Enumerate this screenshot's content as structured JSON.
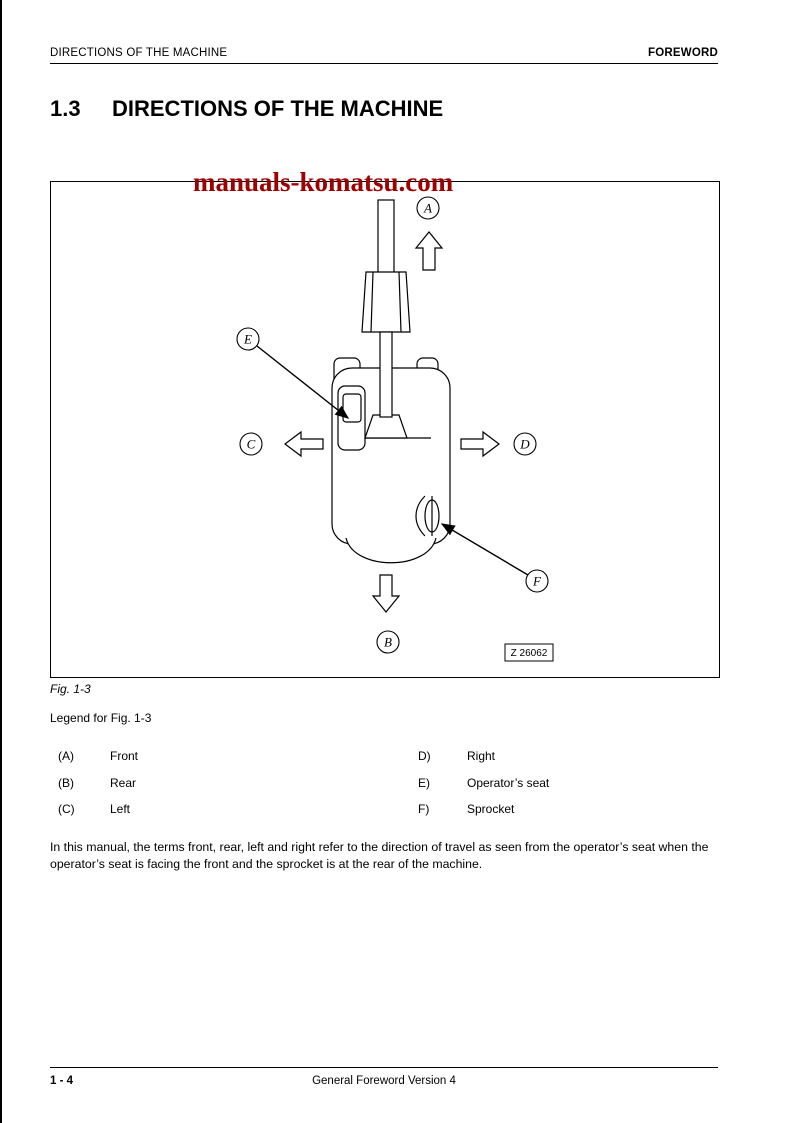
{
  "colors": {
    "watermark": "#a00000",
    "ink": "#000000",
    "paper": "#ffffff"
  },
  "header": {
    "left": "DIRECTIONS OF THE MACHINE",
    "right": "FOREWORD"
  },
  "title": {
    "number": "1.3",
    "text": "DIRECTIONS OF THE MACHINE"
  },
  "figure": {
    "watermark": "manuals-komatsu.com",
    "caption": "Fig. 1-3",
    "drawing_number": "Z 26062",
    "callouts": {
      "a": "A",
      "b": "B",
      "c": "C",
      "d": "D",
      "e": "E",
      "f": "F"
    }
  },
  "legend": {
    "heading": "Legend for Fig. 1-3",
    "left": [
      {
        "key": "(A)",
        "label": "Front"
      },
      {
        "key": "(B)",
        "label": "Rear"
      },
      {
        "key": "(C)",
        "label": "Left"
      }
    ],
    "right": [
      {
        "key": "D)",
        "label": "Right"
      },
      {
        "key": "E)",
        "label": "Operator’s seat"
      },
      {
        "key": "F)",
        "label": "Sprocket"
      }
    ]
  },
  "paragraph": "In this manual, the terms front, rear, left and right refer to the direction of travel as seen from the operator’s seat when the operator’s seat is facing the front and the sprocket is at the rear of the machine.",
  "footer": {
    "page": "1 - 4",
    "center": "General Foreword Version 4"
  }
}
